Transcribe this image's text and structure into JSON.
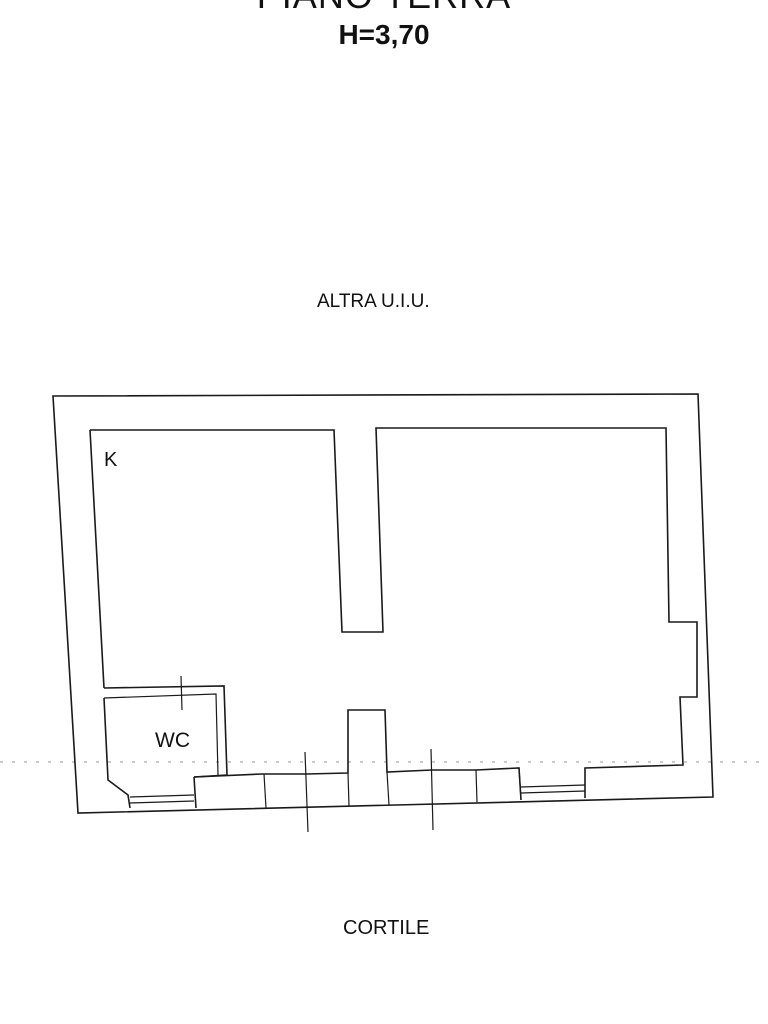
{
  "titles": {
    "main": "PIANO TERRA",
    "height": "H=3,70"
  },
  "labels": {
    "neighbor": "ALTRA U.I.U.",
    "courtyard": "CORTILE",
    "kitchen": "K",
    "wc": "WC"
  },
  "colors": {
    "line": "#1a1a1a",
    "background": "#ffffff"
  }
}
